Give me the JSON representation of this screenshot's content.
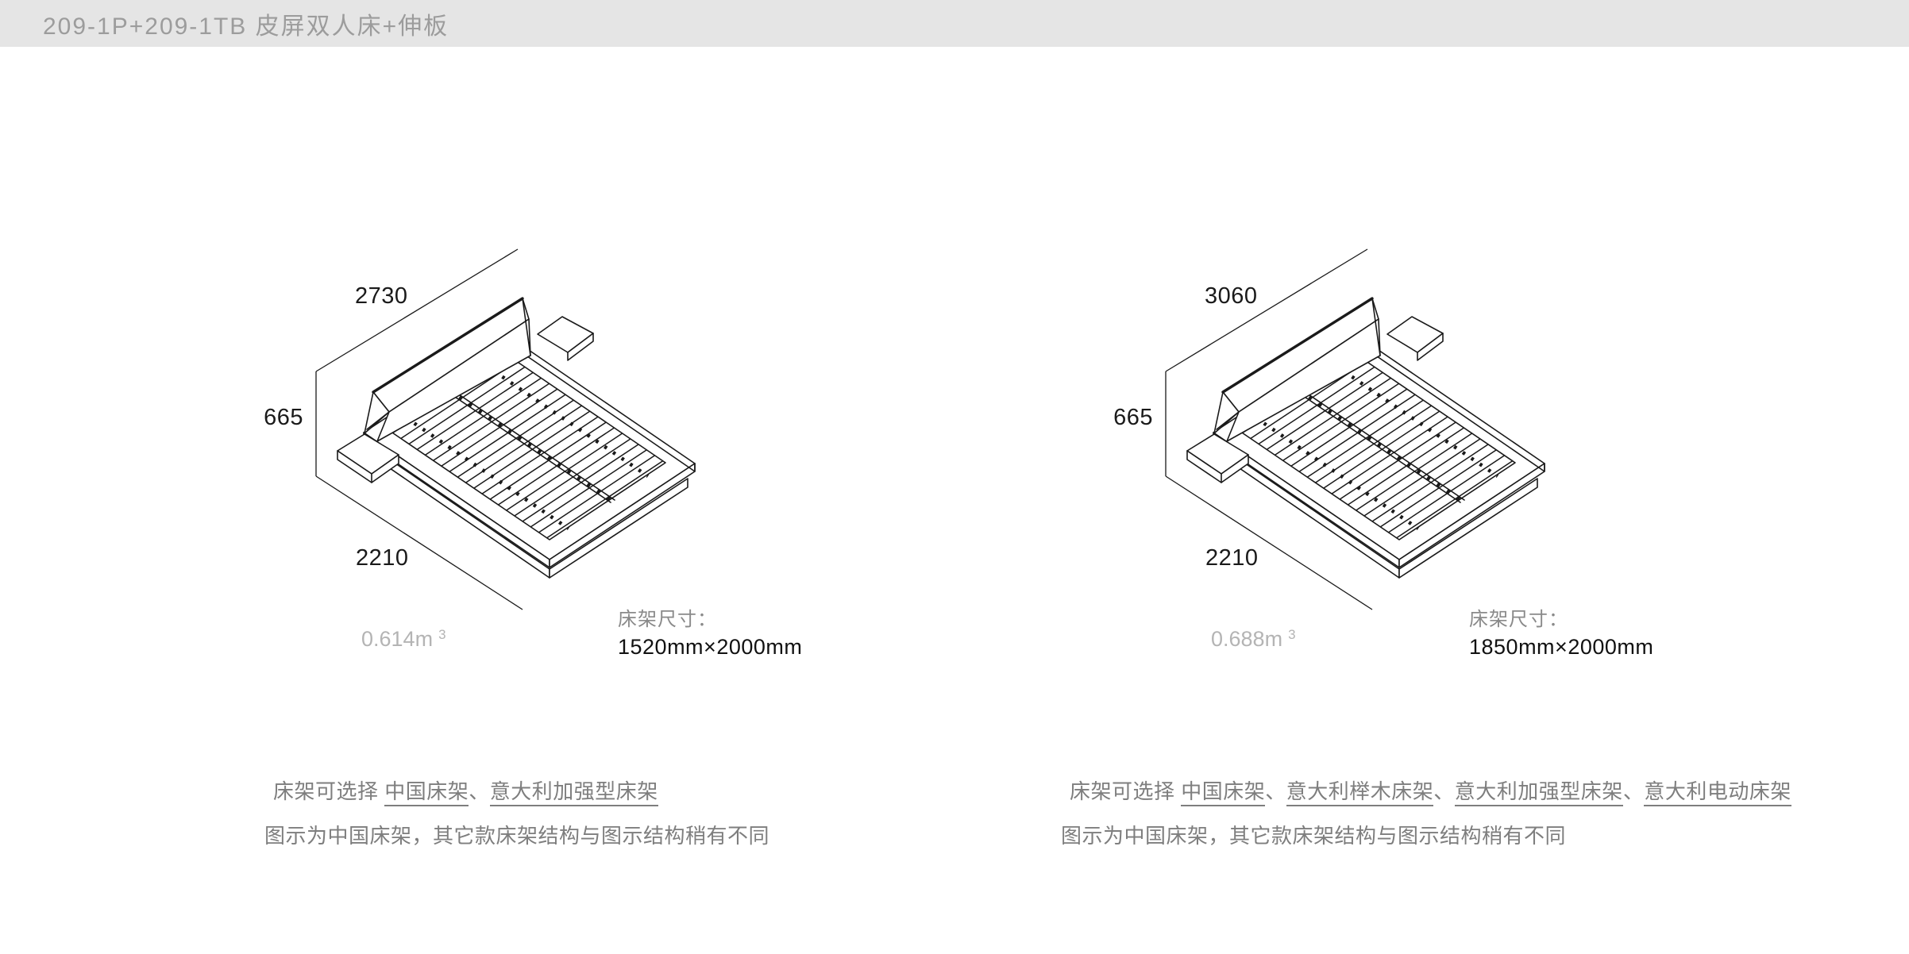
{
  "header": {
    "title": "209-1P+209-1TB 皮屏双人床+伸板"
  },
  "colors": {
    "title_bar_bg": "#e5e5e5",
    "title_text": "#9c9c9c",
    "line_art": "#1a1a1a",
    "volume_text": "#b4b4b4",
    "size_label_text": "#8a8a8a",
    "size_value_text": "#111111",
    "note_text": "#7e7e7e"
  },
  "panels": [
    {
      "id": "left-bed",
      "dimensions": {
        "width": "2730",
        "height": "665",
        "depth": "2210"
      },
      "volume": {
        "value": "0.614m",
        "sup": "3"
      },
      "frame_size": {
        "label": "床架尺寸：",
        "value": "1520mm×2000mm"
      },
      "notes": {
        "line1_segments": [
          {
            "text": "床架可选择 ",
            "underline": false
          },
          {
            "text": "中国床架",
            "underline": true
          },
          {
            "text": "、",
            "underline": false
          },
          {
            "text": "意大利加强型床架",
            "underline": true
          }
        ],
        "line2": "图示为中国床架，其它款床架结构与图示结构稍有不同"
      }
    },
    {
      "id": "right-bed",
      "dimensions": {
        "width": "3060",
        "height": "665",
        "depth": "2210"
      },
      "volume": {
        "value": "0.688m",
        "sup": "3"
      },
      "frame_size": {
        "label": "床架尺寸：",
        "value": "1850mm×2000mm"
      },
      "notes": {
        "line1_segments": [
          {
            "text": "床架可选择 ",
            "underline": false
          },
          {
            "text": "中国床架",
            "underline": true
          },
          {
            "text": "、",
            "underline": false
          },
          {
            "text": "意大利榉木床架",
            "underline": true
          },
          {
            "text": "、",
            "underline": false
          },
          {
            "text": "意大利加强型床架",
            "underline": true
          },
          {
            "text": "、",
            "underline": false
          },
          {
            "text": "意大利电动床架",
            "underline": true
          }
        ],
        "line2": "图示为中国床架，其它款床架结构与图示结构稍有不同"
      }
    }
  ]
}
